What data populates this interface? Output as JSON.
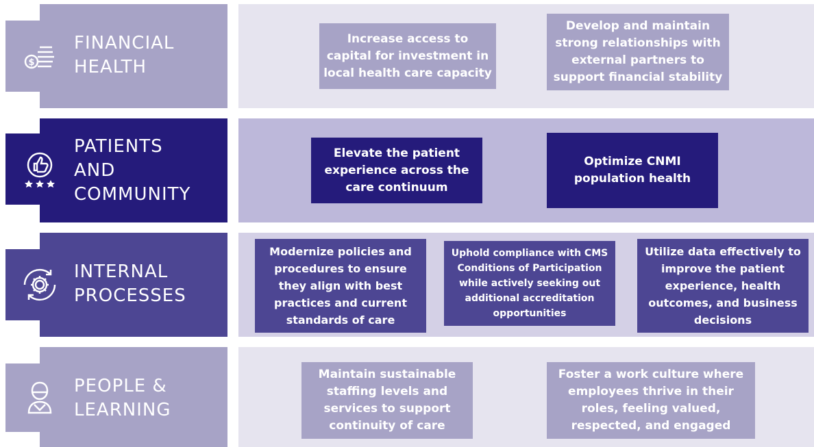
{
  "colors": {
    "financial_label": "#a7a3c6",
    "financial_panel": "#e6e4ef",
    "financial_box": "#a7a3c6",
    "patients_label": "#251b7b",
    "patients_panel": "#bdb8da",
    "patients_box": "#251b7b",
    "internal_label": "#4d4693",
    "internal_panel": "#d4d0e6",
    "internal_box": "#4d4693",
    "people_label": "#a7a3c6",
    "people_panel": "#e6e4ef",
    "people_box": "#a7a3c6"
  },
  "rows": [
    {
      "icon": "money-stack-icon",
      "title_lines": [
        "FINANCIAL",
        "HEALTH"
      ],
      "boxes": [
        "Increase access to capital for investment in local health care capacity",
        "Develop and maintain strong relationships with external partners to support financial stability"
      ]
    },
    {
      "icon": "thumbs-up-stars-icon",
      "title_lines": [
        "PATIENTS",
        "AND",
        "COMMUNITY"
      ],
      "boxes": [
        "Elevate the patient experience across the care continuum",
        "Optimize CNMI population health"
      ]
    },
    {
      "icon": "gear-cycle-icon",
      "title_lines": [
        "INTERNAL",
        "PROCESSES"
      ],
      "boxes": [
        "Modernize policies and procedures to ensure they align with best practices and current standards of care",
        "Uphold compliance with CMS Conditions of Participation while actively seeking out additional accreditation opportunities",
        "Utilize data effectively to improve the patient experience, health outcomes, and business decisions"
      ]
    },
    {
      "icon": "person-icon",
      "title_lines": [
        "PEOPLE &",
        "LEARNING"
      ],
      "boxes": [
        "Maintain sustainable staffing levels and services to support continuity of care",
        "Foster a work culture where employees thrive in their roles, feeling valued, respected, and engaged"
      ]
    }
  ]
}
